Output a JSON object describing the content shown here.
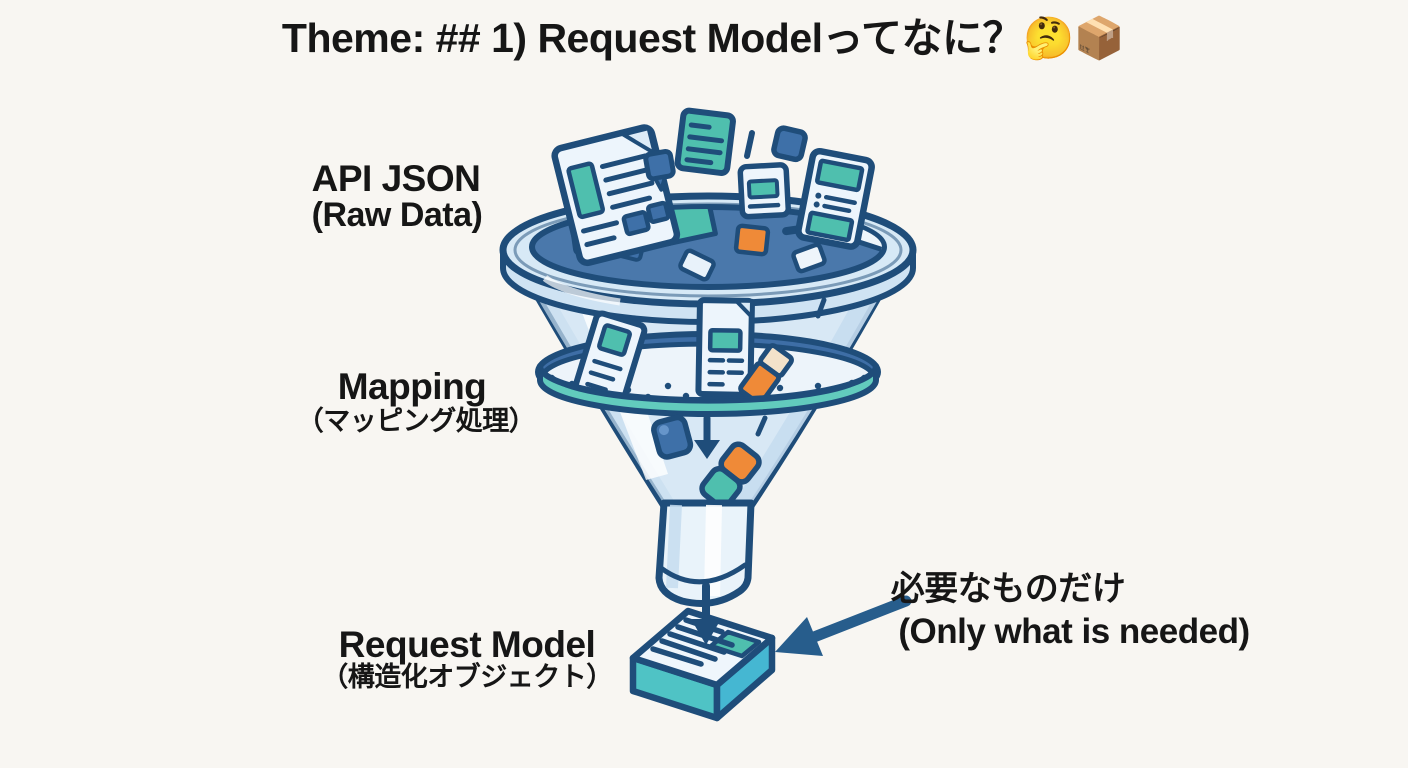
{
  "title": "Theme: ## 1) Request Modelってなに？🤔📦",
  "labels": {
    "api_json": {
      "main": "API JSON",
      "sub": "(Raw Data)"
    },
    "mapping": {
      "main": "Mapping",
      "sub": "（マッピング処理）"
    },
    "request_model": {
      "main": "Request Model",
      "sub": "（構造化オブジェクト）"
    },
    "callout": {
      "main": "必要なものだけ",
      "sub": "(Only what is needed)"
    }
  },
  "icons": {
    "funnel": "funnel-icon",
    "documents": "document-icons",
    "folder": "folder-icon",
    "pencil": "pencil-icon",
    "down_arrow": "down-arrow-icon",
    "callout_arrow": "left-arrow-icon",
    "emojis": {
      "thinking": "🤔",
      "package": "📦"
    }
  },
  "colors": {
    "background": "#f8f6f2",
    "outline": "#1f4d7a",
    "funnel_body": "#d8e8f5",
    "funnel_light": "#edf5fc",
    "liquid": "#4a78ab",
    "back_band": "#3e6ea6",
    "teal": "#4fbfae",
    "teal_band": "#62cbbd",
    "card_side_left": "#4fc3c5",
    "card_side_right": "#45b7d2",
    "orange": "#ef8a38",
    "cream": "#f3e2ca",
    "blue_chip": "#3e70a8",
    "arrow": "#275d8c",
    "text": "#161616"
  }
}
